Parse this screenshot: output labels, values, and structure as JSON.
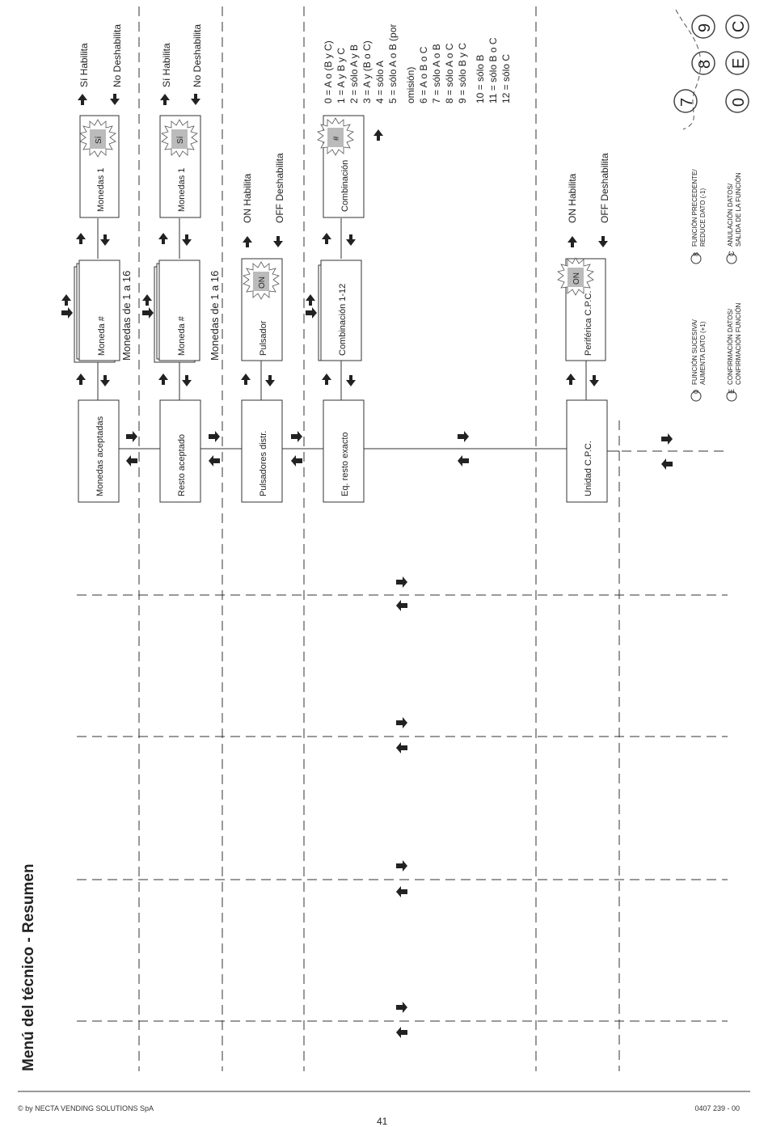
{
  "page": {
    "title": "Menú del técnico - Resumen",
    "footer_left": "© by NECTA VENDING SOLUTIONS SpA",
    "footer_right": "0407 239 - 00",
    "page_number": "41"
  },
  "rows": {
    "monedas": {
      "box1": "Monedas aceptadas",
      "box2": "Moneda  #",
      "range": "Monedas de 1 a 16",
      "box3": "Monedas 1",
      "star": "Sí",
      "opt1": "Sí  Habilita",
      "opt2": "No  Deshabilita"
    },
    "resto": {
      "box1": "Resto aceptado",
      "box2": "Moneda  #",
      "range": "Monedas de 1 a 16",
      "box3": "Monedas 1",
      "star": "Sí",
      "opt1": "Sí  Habilita",
      "opt2": "No  Deshabilita"
    },
    "pulsadores": {
      "box1": "Pulsadores distr.",
      "box2": "Pulsador",
      "star": "ON",
      "opt1": "ON  Habilita",
      "opt2": "OFF  Deshabilita"
    },
    "resto_exacto": {
      "box1": "Eq. resto exacto",
      "box2": "Combinación 1-12",
      "box3": "Combinación",
      "star": "#",
      "list": [
        "0 = A o (B y C)",
        "1 = A y B y C",
        "2 = sólo A y B",
        "3 = A y (B o C)",
        "4 = sólo A",
        "5 = sólo A o B (por",
        "omisión)",
        "6 = A o B o C",
        "7 = sólo A o B",
        "8 = sólo A o C",
        "9 = sólo B y C",
        "10 = sólo B",
        "11 = sólo B o C",
        "12 = sólo C"
      ]
    },
    "cpc": {
      "box1": "Unidad C.P.C.",
      "box2": "Periférica C.P.C.",
      "star": "ON",
      "opt1": "ON  Habilita",
      "opt2": "OFF  Deshabilita"
    }
  },
  "legend": {
    "item1": [
      "FUNCIÓN SUCESIVA/",
      "AUMENTA DATO (+1)"
    ],
    "item2": [
      "FUNCIÓN PRECEDENTE/",
      "REDUCE DATO (-1)"
    ],
    "item3": [
      "CONFIRMACIÓN DATOS/",
      "CONFIRMACIÓN FUNCIÓN"
    ],
    "item4": [
      "ANULACIÓN DATOS/",
      "SALIDA DE LA FUNCIÓN"
    ],
    "key_sym1": "0",
    "key_sym2": "8",
    "key_sym3": "E",
    "key_sym4": "C",
    "keypad": [
      "7",
      "8",
      "9",
      "0",
      "E",
      "C"
    ]
  }
}
